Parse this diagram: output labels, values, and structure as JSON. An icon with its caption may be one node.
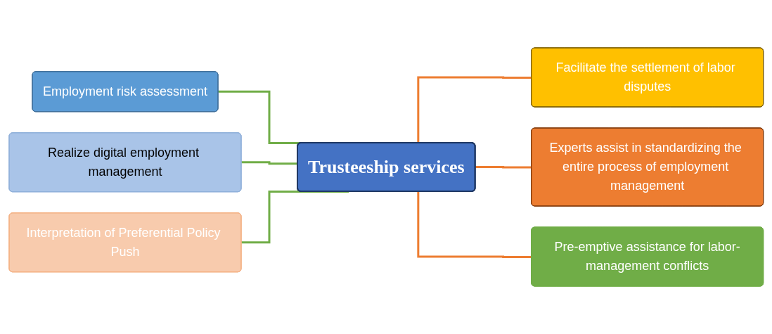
{
  "diagram": {
    "nodes": [
      {
        "text": [
          "Trusteeship services"
        ]
      },
      {
        "text": [
          "Employment risk assessment"
        ]
      },
      {
        "text": [
          "Realize digital employment management"
        ]
      },
      {
        "text": [
          "Interpretation of Preferential Policy Push"
        ]
      },
      {
        "text": [
          "Facilitate the settlement of labor disputes"
        ]
      },
      {
        "text": [
          "Experts assist in standardizing the entire process of employment management"
        ]
      },
      {
        "text": [
          "Pre-emptive assistance for labor-management conflicts"
        ]
      }
    ],
    "edges": [
      {
        "from": 1,
        "to": 0,
        "arrow": "none",
        "color": "#70ad47"
      },
      {
        "from": 2,
        "to": 0,
        "arrow": "none",
        "color": "#70ad47"
      },
      {
        "from": 3,
        "to": 0,
        "arrow": "none",
        "color": "#70ad47"
      },
      {
        "from": 0,
        "to": 4,
        "arrow": "none",
        "color": "#ed7d31"
      },
      {
        "from": 0,
        "to": 5,
        "arrow": "none",
        "color": "#ed7d31"
      },
      {
        "from": 0,
        "to": 6,
        "arrow": "none",
        "color": "#ed7d31"
      }
    ]
  }
}
